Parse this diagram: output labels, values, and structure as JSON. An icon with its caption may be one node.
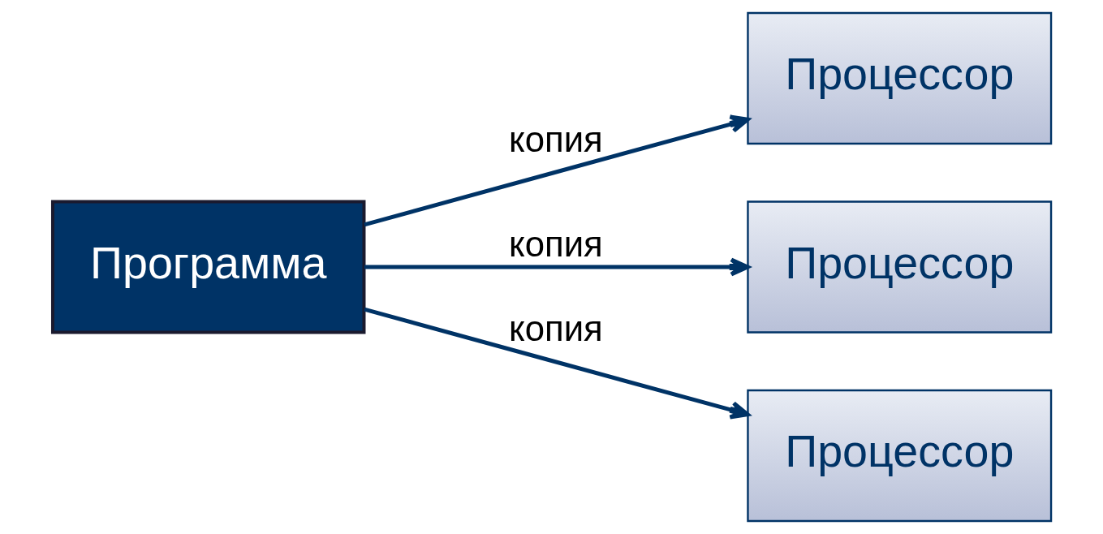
{
  "diagram": {
    "nodes": [
      {
        "text": [
          "Программа"
        ]
      },
      {
        "text": [
          "Процессор"
        ]
      },
      {
        "text": [
          "Процессор"
        ]
      },
      {
        "text": [
          "Процессор"
        ]
      }
    ],
    "edges": [
      {
        "from": 0,
        "to": 1,
        "arrow": "to",
        "label": "копия"
      },
      {
        "from": 0,
        "to": 2,
        "arrow": "to",
        "label": "копия"
      },
      {
        "from": 0,
        "to": 3,
        "arrow": "to",
        "label": "копия"
      }
    ]
  }
}
